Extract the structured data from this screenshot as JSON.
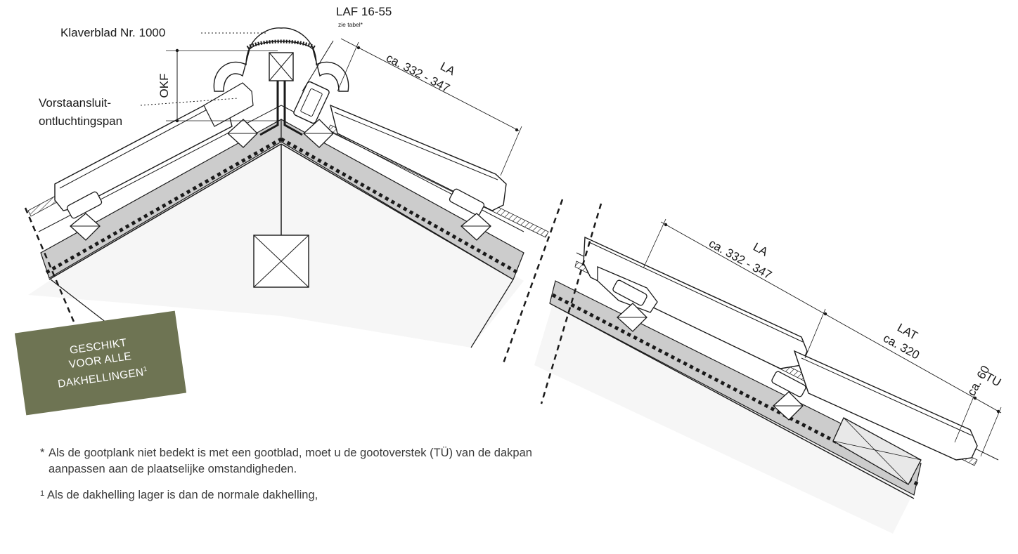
{
  "labels": {
    "klaverblad": "Klaverblad Nr. 1000",
    "okf": "OKF",
    "vorst_line1": "Vorstaansluit-",
    "vorst_line2": "ontluchtingspan",
    "laf": "LAF 16-55",
    "zie_tabel": "zie tabel*"
  },
  "dimensions": {
    "la_top_title": "LA",
    "la_top_value": "ca. 332 - 347",
    "la_right_title": "LA",
    "la_right_value": "ca. 332 - 347",
    "lat_title": "LAT",
    "lat_value": "ca. 320",
    "tu_title": "TU",
    "tu_value": "ca. 60"
  },
  "badge": {
    "line1": "GESCHIKT",
    "line2": "VOOR ALLE",
    "line3": "DAKHELLINGEN",
    "sup": "1"
  },
  "notes": {
    "star_mark": "*",
    "star_text": "Als de gootplank niet bedekt is met een gootblad, moet u de gootoverstek (TÜ) van de dakpan aanpassen aan de plaatselijke omstandigheden.",
    "one_mark": "1",
    "one_text": "Als de dakhelling lager is dan de normale dakhelling,"
  },
  "colors": {
    "badge_bg": "#6e7453",
    "insulation": "#e4e4e4",
    "board": "#cccccc",
    "line": "#1a1a1a"
  }
}
